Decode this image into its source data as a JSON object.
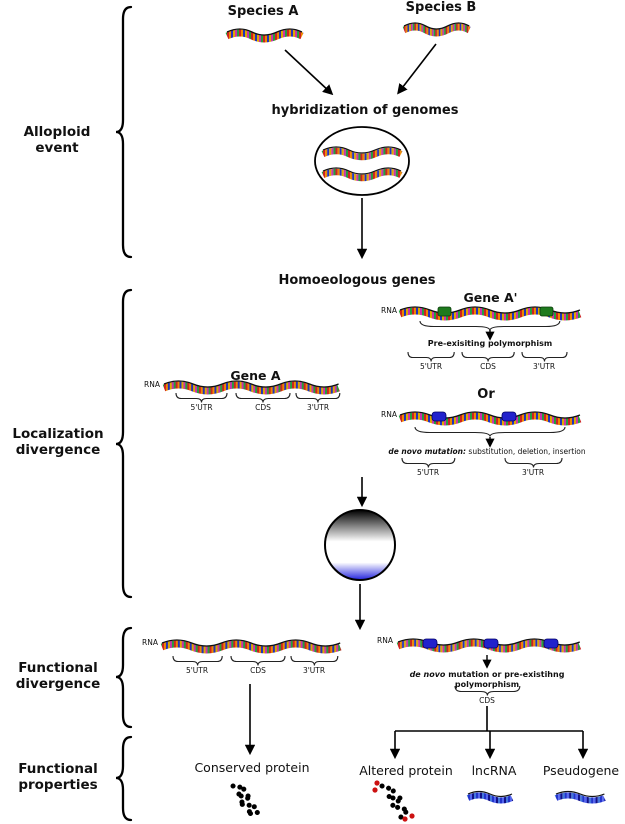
{
  "sections": {
    "alloploid": "Alloploid event",
    "localization": "Localization divergence",
    "functional_divergence": "Functional divergence",
    "functional_properties": "Functional properties"
  },
  "top": {
    "species_a": "Species A",
    "species_b": "Species B",
    "hybridization": "hybridization of genomes",
    "homoeologous": "Homoeologous genes"
  },
  "labels": {
    "rna": "RNA",
    "utr5": "5'UTR",
    "cds": "CDS",
    "utr3": "3'UTR",
    "or": "Or"
  },
  "gene_a": {
    "title": "Gene A"
  },
  "gene_a_prime": {
    "title": "Gene A'",
    "note": "Pre-exisiting polymorphism"
  },
  "variant2": {
    "note_em": "de novo mutation:",
    "note_rest": " substitution, deletion, insertion"
  },
  "functional_right": {
    "note_em": "de novo",
    "note_rest": " mutation or pre-existihng polymorphism"
  },
  "outputs": {
    "conserved": "Conserved protein",
    "altered": "Altered protein",
    "lncrna": "lncRNA",
    "pseudogene": "Pseudogene"
  },
  "colors": {
    "polymorphism_block_green": "#1e7a1e",
    "mutation_block_blue": "#2222cc",
    "gradient_circle_bottom": "#2222dd",
    "altered_residue_red": "#cc1111"
  }
}
